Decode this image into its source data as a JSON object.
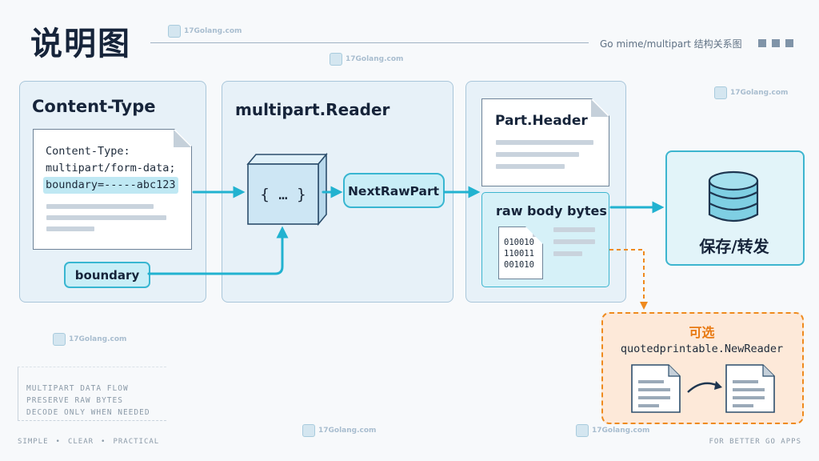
{
  "header": {
    "title": "说明图",
    "subtitle": "Go mime/multipart 结构关系图"
  },
  "content_type_panel": {
    "title": "Content-Type",
    "lines": [
      "Content-Type:",
      "multipart/form-data;",
      "boundary=-----abc123"
    ],
    "boundary_label": "boundary"
  },
  "reader_panel": {
    "title": "multipart.Reader",
    "reader_glyph": "{ … }",
    "next_part_label": "NextRawPart"
  },
  "part_panel": {
    "header_title": "Part.Header",
    "body_title": "raw body bytes",
    "binary_lines": [
      "010010",
      "110011",
      "001010"
    ]
  },
  "save_box": {
    "label": "保存/转发"
  },
  "optional_box": {
    "title": "可选",
    "subtitle": "quotedprintable.NewReader"
  },
  "notes": [
    "MULTIPART DATA FLOW",
    "PRESERVE RAW BYTES",
    "DECODE ONLY WHEN NEEDED"
  ],
  "footer": {
    "left": [
      "SIMPLE",
      "CLEAR",
      "PRACTICAL"
    ],
    "separator": "•",
    "right": "FOR BETTER GO APPS"
  },
  "watermark": {
    "text": "17Golang.com"
  },
  "colors": {
    "accent": "#22b2d0",
    "optional": "#ef8a1e",
    "panel_bg": "#e7f1f8",
    "optional_bg": "#fde9d9"
  }
}
